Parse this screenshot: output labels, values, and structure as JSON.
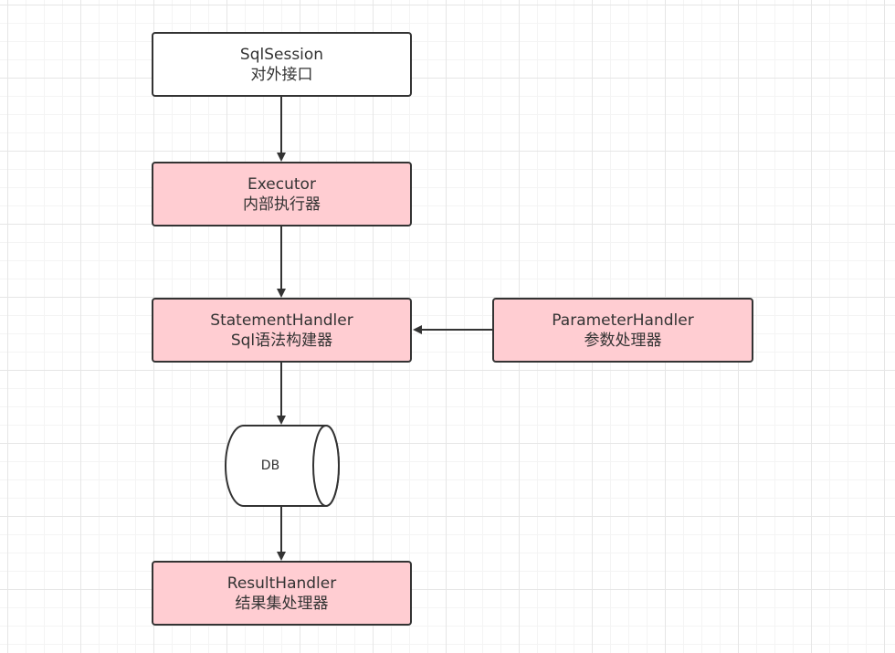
{
  "nodes": {
    "sqlsession": {
      "title": "SqlSession",
      "subtitle": "对外接口"
    },
    "executor": {
      "title": "Executor",
      "subtitle": "内部执行器"
    },
    "statement_handler": {
      "title": "StatementHandler",
      "subtitle": "Sql语法构建器"
    },
    "parameter_handler": {
      "title": "ParameterHandler",
      "subtitle": "参数处理器"
    },
    "db": {
      "title": "DB"
    },
    "result_handler": {
      "title": "ResultHandler",
      "subtitle": "结果集处理器"
    }
  },
  "colors": {
    "node_fill": "#ffcdd2",
    "node_fill_plain": "#ffffff",
    "stroke": "#333333"
  }
}
